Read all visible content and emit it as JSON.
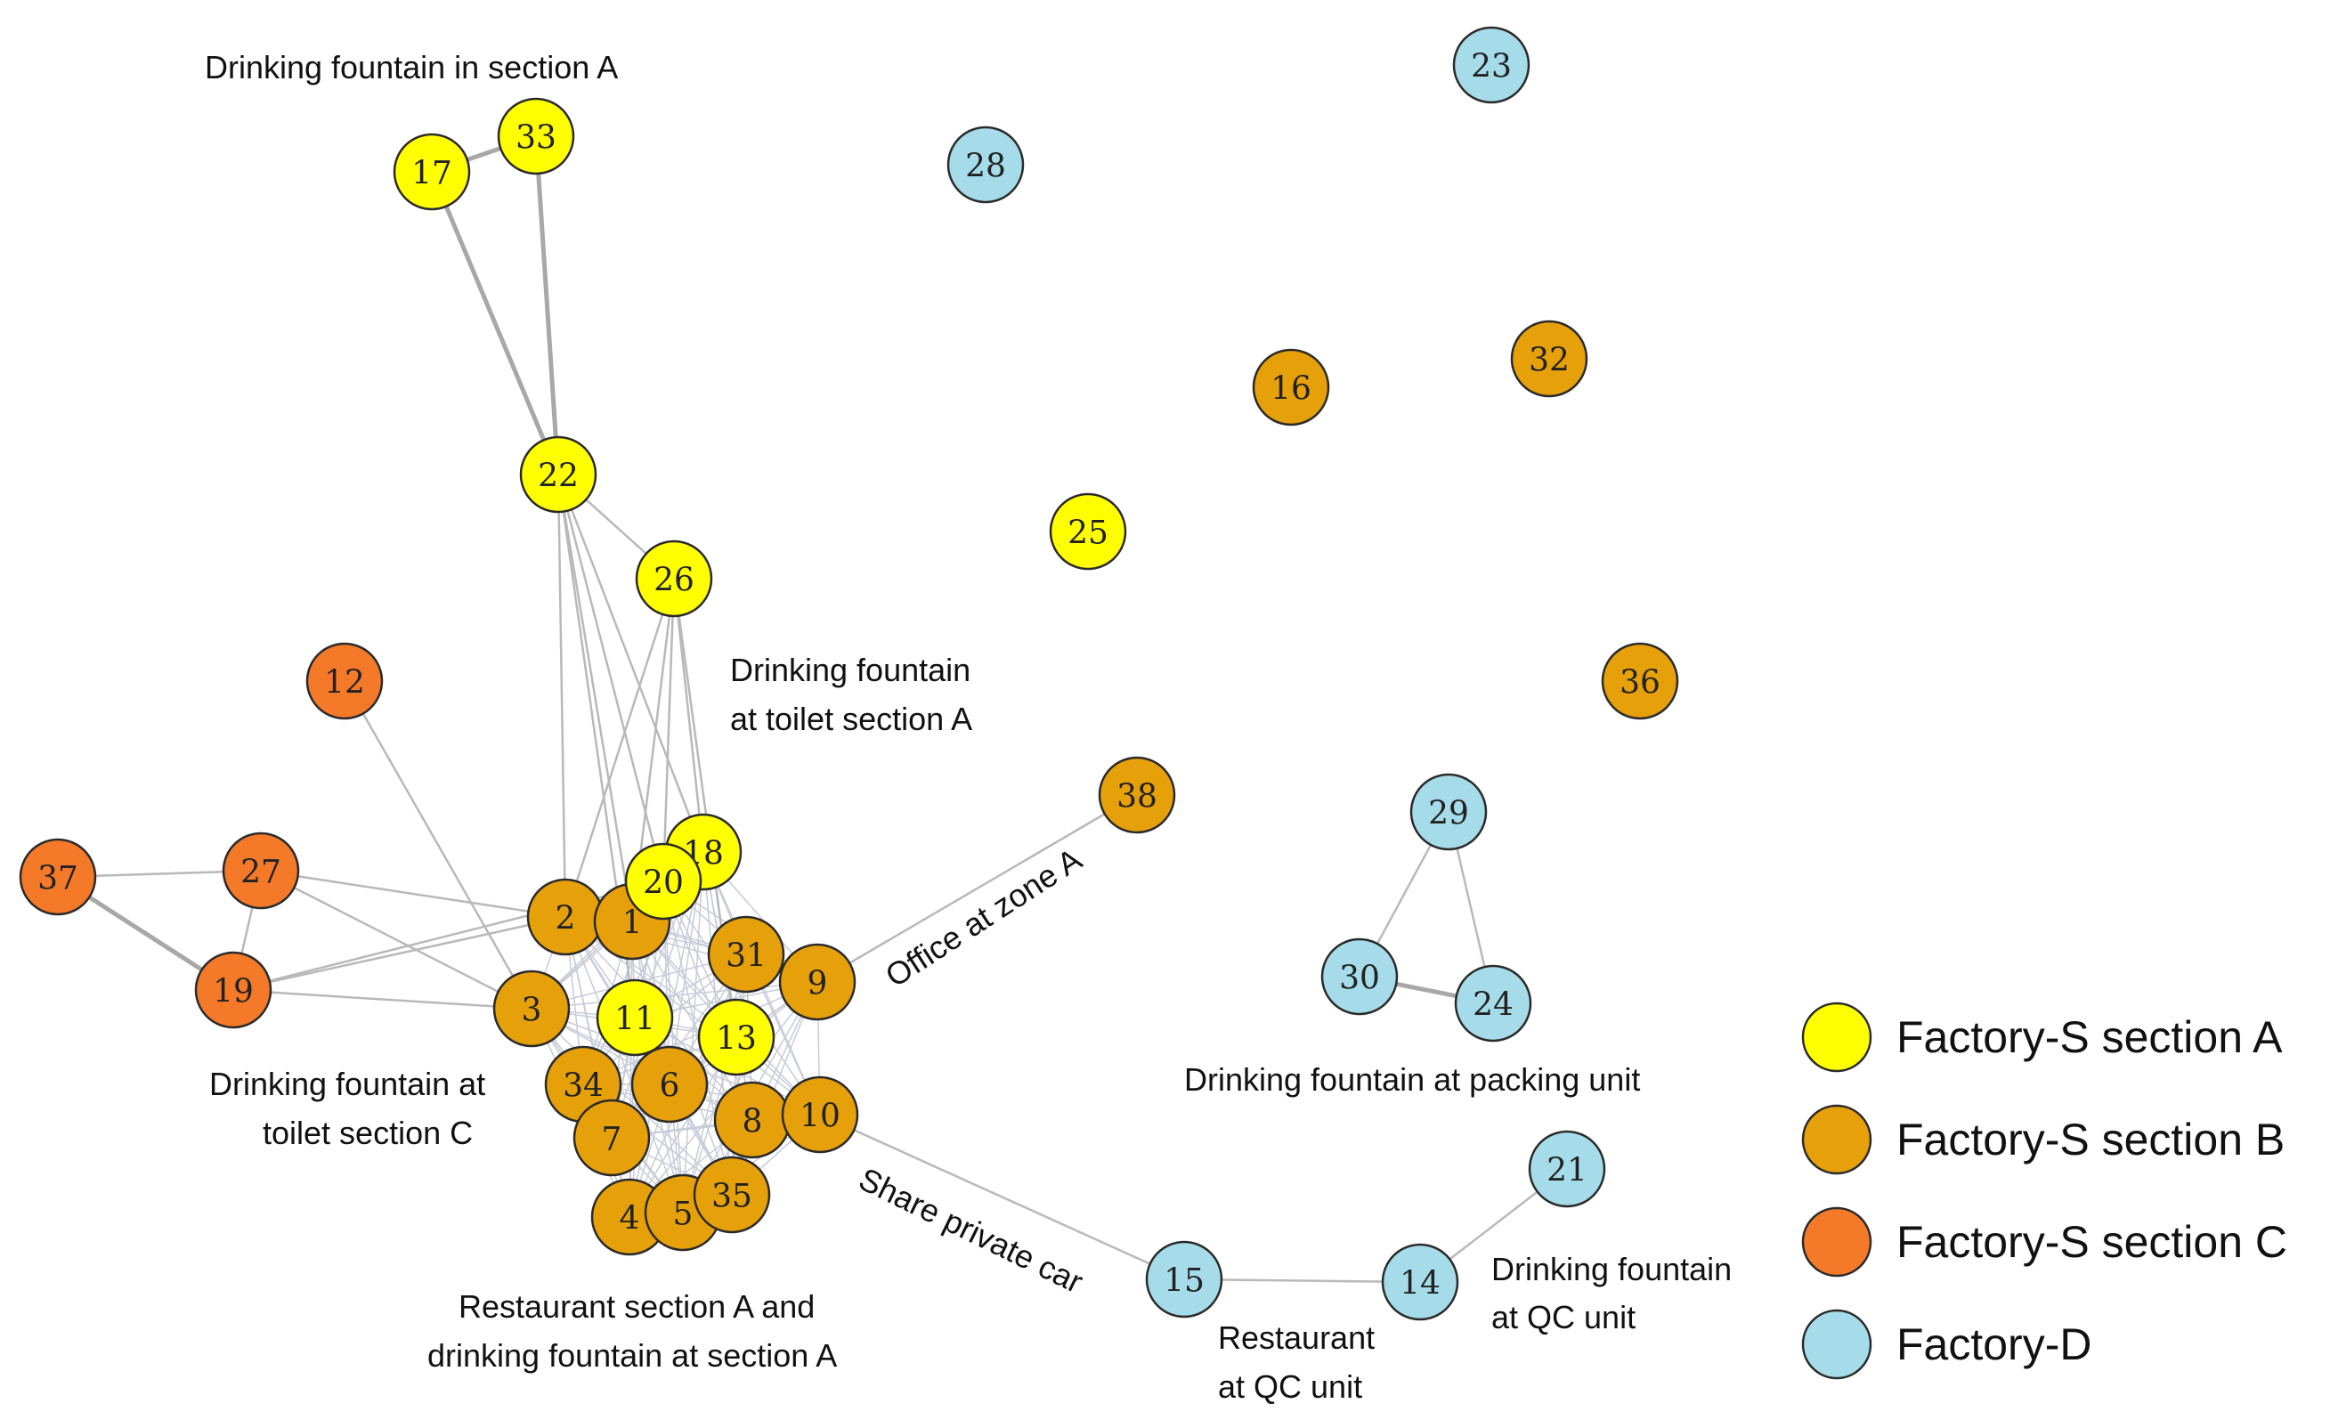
{
  "legend": {
    "items": [
      {
        "label": "Factory-S section A",
        "color": "#ffff00"
      },
      {
        "label": "Factory-S section B",
        "color": "#e6a00a"
      },
      {
        "label": "Factory-S section C",
        "color": "#f47a2a"
      },
      {
        "label": "Factory-D",
        "color": "#a6dcea"
      }
    ]
  },
  "annotations": {
    "drinking_fountain_section_a": "Drinking fountain in section A",
    "drinking_fountain_toilet_a_line1": "Drinking fountain",
    "drinking_fountain_toilet_a_line2": "at toilet section A",
    "office_zone_a": "Office at zone A",
    "drinking_fountain_toilet_c_line1": "Drinking fountain at",
    "drinking_fountain_toilet_c_line2": "toilet section C",
    "restaurant_section_a_line1": "Restaurant section A and",
    "restaurant_section_a_line2": "drinking fountain at section A",
    "share_private_car": "Share private car",
    "restaurant_qc_line1": "Restaurant",
    "restaurant_qc_line2": "at QC unit",
    "drinking_fountain_qc_line1": "Drinking fountain",
    "drinking_fountain_qc_line2": "at QC unit",
    "drinking_fountain_packing": "Drinking fountain at packing unit"
  },
  "nodes": [
    {
      "id": "1",
      "group": "B"
    },
    {
      "id": "2",
      "group": "B"
    },
    {
      "id": "3",
      "group": "B"
    },
    {
      "id": "4",
      "group": "B"
    },
    {
      "id": "5",
      "group": "B"
    },
    {
      "id": "6",
      "group": "B"
    },
    {
      "id": "7",
      "group": "B"
    },
    {
      "id": "8",
      "group": "B"
    },
    {
      "id": "9",
      "group": "B"
    },
    {
      "id": "10",
      "group": "B"
    },
    {
      "id": "11",
      "group": "A"
    },
    {
      "id": "12",
      "group": "C"
    },
    {
      "id": "13",
      "group": "A"
    },
    {
      "id": "14",
      "group": "D"
    },
    {
      "id": "15",
      "group": "D"
    },
    {
      "id": "16",
      "group": "B"
    },
    {
      "id": "17",
      "group": "A"
    },
    {
      "id": "18",
      "group": "A"
    },
    {
      "id": "19",
      "group": "C"
    },
    {
      "id": "20",
      "group": "A"
    },
    {
      "id": "21",
      "group": "D"
    },
    {
      "id": "22",
      "group": "A"
    },
    {
      "id": "23",
      "group": "D"
    },
    {
      "id": "24",
      "group": "D"
    },
    {
      "id": "25",
      "group": "A"
    },
    {
      "id": "26",
      "group": "A"
    },
    {
      "id": "27",
      "group": "C"
    },
    {
      "id": "28",
      "group": "D"
    },
    {
      "id": "29",
      "group": "D"
    },
    {
      "id": "30",
      "group": "D"
    },
    {
      "id": "31",
      "group": "B"
    },
    {
      "id": "32",
      "group": "B"
    },
    {
      "id": "33",
      "group": "A"
    },
    {
      "id": "34",
      "group": "B"
    },
    {
      "id": "35",
      "group": "B"
    },
    {
      "id": "36",
      "group": "B"
    },
    {
      "id": "37",
      "group": "C"
    },
    {
      "id": "38",
      "group": "B"
    }
  ],
  "edges": [
    [
      "17",
      "33"
    ],
    [
      "17",
      "22"
    ],
    [
      "33",
      "22"
    ],
    [
      "22",
      "26"
    ],
    [
      "22",
      "2"
    ],
    [
      "22",
      "1"
    ],
    [
      "22",
      "20"
    ],
    [
      "22",
      "18"
    ],
    [
      "22",
      "11"
    ],
    [
      "26",
      "2"
    ],
    [
      "26",
      "1"
    ],
    [
      "26",
      "20"
    ],
    [
      "26",
      "18"
    ],
    [
      "26",
      "13"
    ],
    [
      "12",
      "3"
    ],
    [
      "37",
      "27"
    ],
    [
      "37",
      "19"
    ],
    [
      "27",
      "19"
    ],
    [
      "27",
      "2"
    ],
    [
      "27",
      "3"
    ],
    [
      "19",
      "2"
    ],
    [
      "19",
      "3"
    ],
    [
      "19",
      "20"
    ],
    [
      "9",
      "38"
    ],
    [
      "10",
      "15"
    ],
    [
      "15",
      "14"
    ],
    [
      "14",
      "21"
    ],
    [
      "29",
      "30"
    ],
    [
      "29",
      "24"
    ],
    [
      "30",
      "24"
    ]
  ],
  "thick_edges": [
    [
      "17",
      "33"
    ],
    [
      "17",
      "22"
    ],
    [
      "33",
      "22"
    ],
    [
      "37",
      "19"
    ],
    [
      "30",
      "24"
    ]
  ]
}
